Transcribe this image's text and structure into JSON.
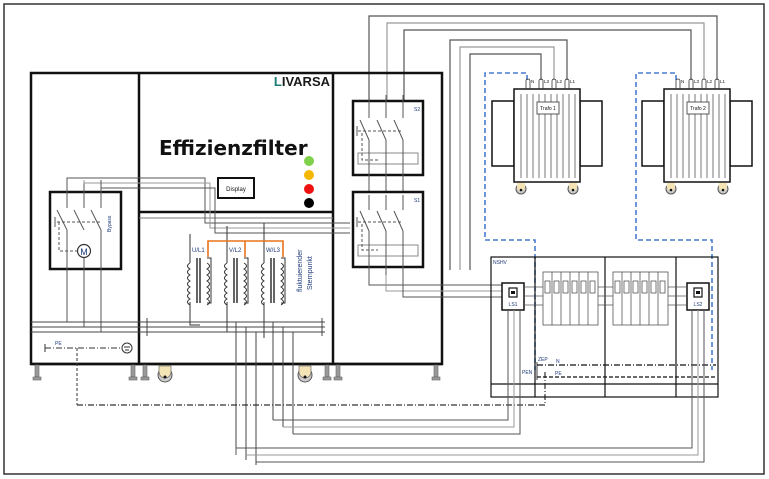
{
  "diagram": {
    "brand": {
      "first_letter": "L",
      "rest": "IVARSA",
      "accent_color": "#1b7a72"
    },
    "title": "Effizienzfilter",
    "display_label": "Display",
    "status_lights": [
      {
        "name": "green",
        "color": "#7fd14a"
      },
      {
        "name": "yellow",
        "color": "#f5b800"
      },
      {
        "name": "red",
        "color": "#ee1111"
      },
      {
        "name": "black",
        "color": "#000000"
      }
    ],
    "bypass_label": "Bypass",
    "motor_label": "M",
    "filter_coils": [
      "U/L1",
      "V/L2",
      "W/L3"
    ],
    "star_point_label_line1": "fluktuierender",
    "star_point_label_line2": "Sternpunkt",
    "switches": {
      "upper": "S2",
      "lower": "S1"
    },
    "pe_label_left": "PE",
    "transformers": [
      {
        "label": "Trafo 1",
        "terminals": [
          "N",
          "L3",
          "L2",
          "L1"
        ]
      },
      {
        "label": "Trafo 2",
        "terminals": [
          "N",
          "L3",
          "L2",
          "L1"
        ]
      }
    ],
    "nshv": {
      "label": "NSHV",
      "breakers": [
        "LS1",
        "LS2"
      ],
      "zep_label": "ZEP",
      "n_label": "N",
      "pen_label": "PEN",
      "pe_label": "PE"
    },
    "colors": {
      "bridge_orange": "#e8731a",
      "dashed_blue": "#4a7bd0",
      "wheel_fill": "#f3e3b5"
    }
  }
}
